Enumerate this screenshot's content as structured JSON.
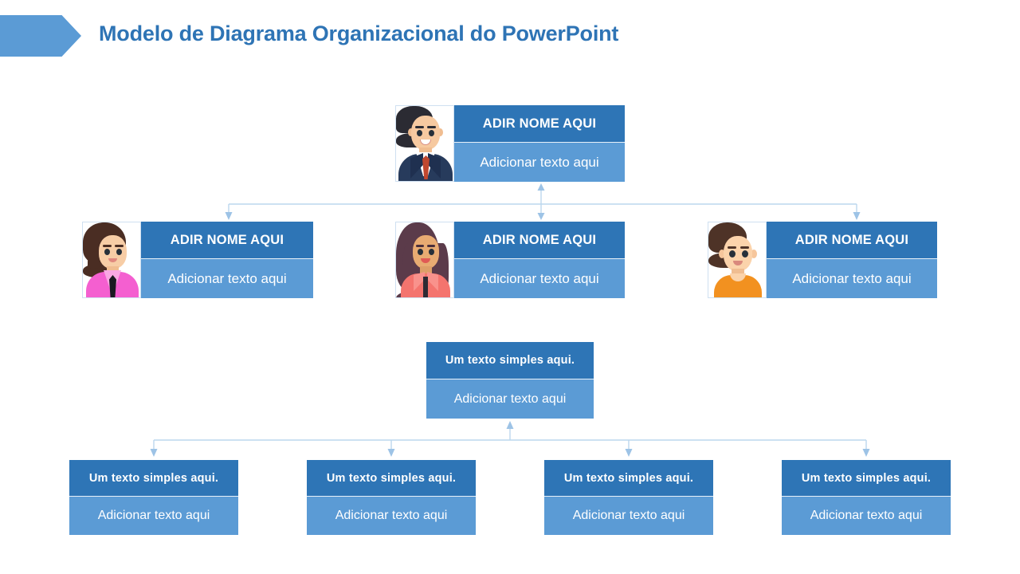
{
  "header": {
    "title": "Modelo de Diagrama Organizacional do PowerPoint",
    "chevron_color": "#5B9BD5",
    "title_color": "#2E74B5"
  },
  "theme": {
    "header_blue": "#2E75B6",
    "body_blue": "#5B9BD5",
    "connector_blue": "#9DC3E6",
    "card_border": "#cfe0f1",
    "background": "#FFFFFF"
  },
  "diagram": {
    "type": "org-chart",
    "levels": [
      {
        "name": "level-1-root",
        "nodes": [
          {
            "id": "root",
            "title": "ADIR NOME AQUI",
            "subtitle": "Adicionar texto aqui",
            "avatar": "man-businessman-avatar",
            "has_avatar": true
          }
        ]
      },
      {
        "name": "level-2-people",
        "nodes": [
          {
            "id": "person-left",
            "title": "ADIR NOME AQUI",
            "subtitle": "Adicionar texto aqui",
            "avatar": "woman-bob-pink-avatar",
            "has_avatar": true
          },
          {
            "id": "person-center",
            "title": "ADIR NOME AQUI",
            "subtitle": "Adicionar texto aqui",
            "avatar": "woman-longhair-salmon-avatar",
            "has_avatar": true
          },
          {
            "id": "person-right",
            "title": "ADIR NOME AQUI",
            "subtitle": "Adicionar texto aqui",
            "avatar": "boy-orange-shirt-avatar",
            "has_avatar": true
          }
        ]
      },
      {
        "name": "level-3-text-parent",
        "nodes": [
          {
            "id": "text-parent",
            "title": "Um texto simples aqui.",
            "subtitle": "Adicionar texto aqui",
            "has_avatar": false
          }
        ]
      },
      {
        "name": "level-4-text-children",
        "nodes": [
          {
            "id": "text-child-1",
            "title": "Um texto simples aqui.",
            "subtitle": "Adicionar texto aqui",
            "has_avatar": false
          },
          {
            "id": "text-child-2",
            "title": "Um texto simples aqui.",
            "subtitle": "Adicionar texto aqui",
            "has_avatar": false
          },
          {
            "id": "text-child-3",
            "title": "Um texto simples aqui.",
            "subtitle": "Adicionar texto aqui",
            "has_avatar": false
          },
          {
            "id": "text-child-4",
            "title": "Um texto simples aqui.",
            "subtitle": "Adicionar texto aqui",
            "has_avatar": false
          }
        ]
      }
    ]
  }
}
